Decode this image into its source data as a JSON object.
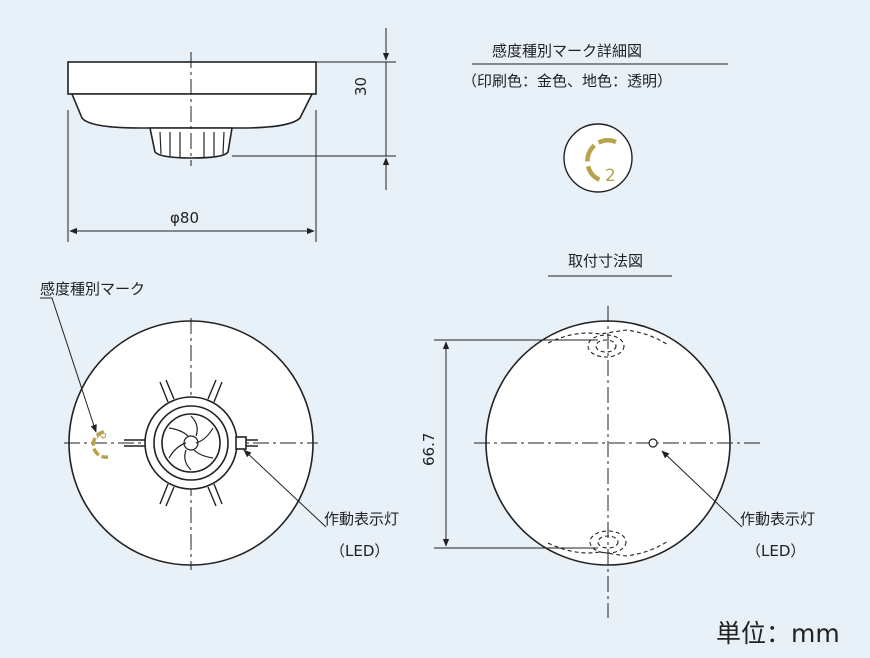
{
  "side_view": {
    "dim_height": "30",
    "dim_diameter": "φ80"
  },
  "mark_detail": {
    "title": "感度種別マーク詳細図",
    "subtitle": "（印刷色：金色、地色：透明）",
    "mark_digit": "2"
  },
  "bottom_view": {
    "mark_label": "感度種別マーク",
    "mark_digit": "2",
    "led_label": "作動表示灯",
    "led_sub": "（LED）"
  },
  "mounting": {
    "title": "取付寸法図",
    "dim": "66.7",
    "led_label": "作動表示灯",
    "led_sub": "（LED）"
  },
  "unit": "単位：mm",
  "colors": {
    "background": "#e8f0f8",
    "line": "#222222",
    "gold": "#b9a24a",
    "body_fill": "#ffffff"
  }
}
